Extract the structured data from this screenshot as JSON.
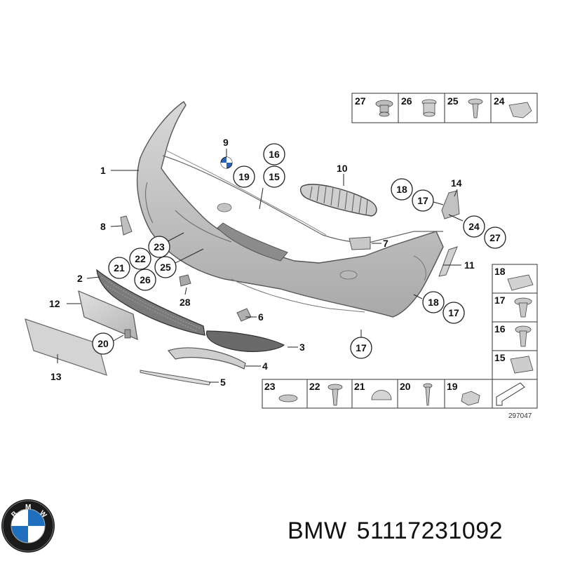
{
  "diagram": {
    "callouts": {
      "p1": "1",
      "p2": "2",
      "p3": "3",
      "p4": "4",
      "p5": "5",
      "p6": "6",
      "p7": "7",
      "p8": "8",
      "p9": "9",
      "p10": "10",
      "p11": "11",
      "p12": "12",
      "p13": "13",
      "p14": "14",
      "c16": "16",
      "c19": "19",
      "c15": "15",
      "c18a": "18",
      "c17a": "17",
      "c24": "24",
      "c27": "27",
      "c23": "23",
      "c21": "21",
      "c22": "22",
      "c25": "25",
      "c26": "26",
      "p28": "28",
      "c18b": "18",
      "c17b": "17",
      "c17c": "17",
      "c20": "20"
    },
    "top_table": [
      "27",
      "26",
      "25",
      "24"
    ],
    "right_table": [
      "18",
      "17",
      "16",
      "15"
    ],
    "bottom_table": [
      "23",
      "22",
      "21",
      "20",
      "19"
    ],
    "drawing_number": "297047"
  },
  "footer": {
    "brand": "BMW",
    "part_number": "51117231092",
    "logo_letters": "BMW"
  }
}
